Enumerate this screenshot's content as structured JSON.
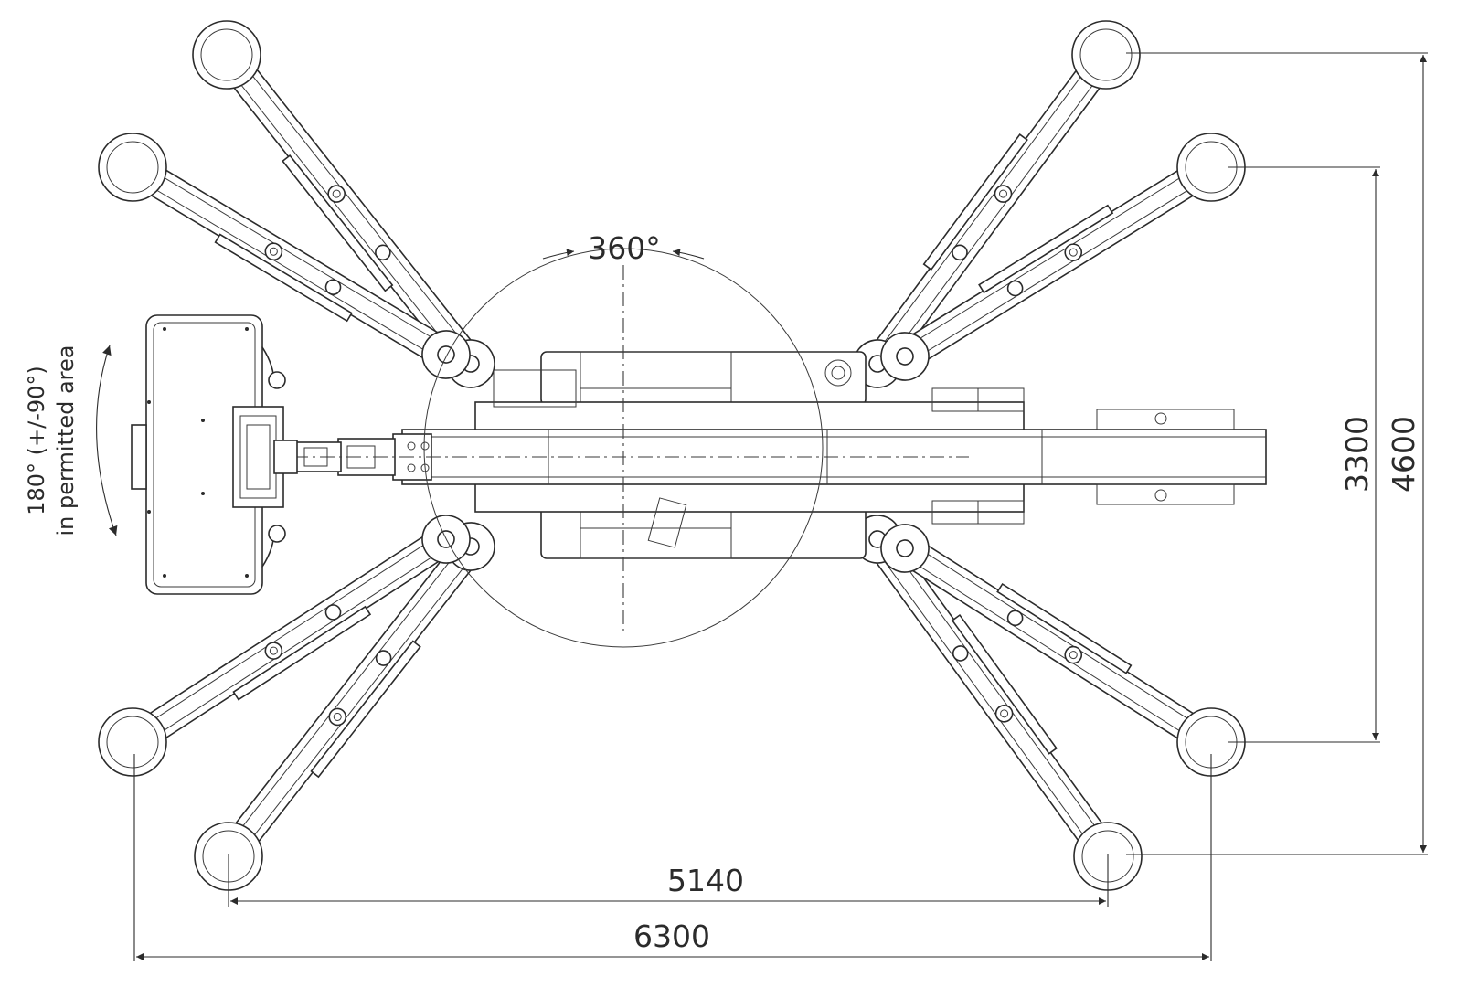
{
  "dimensions": {
    "inner_width": "5140",
    "outer_width": "6300",
    "inner_height": "3300",
    "outer_height": "4600"
  },
  "rotation": {
    "turret_label": "360°",
    "platform_line1": "180° (+/-90°)",
    "platform_line2": "in permitted area"
  }
}
